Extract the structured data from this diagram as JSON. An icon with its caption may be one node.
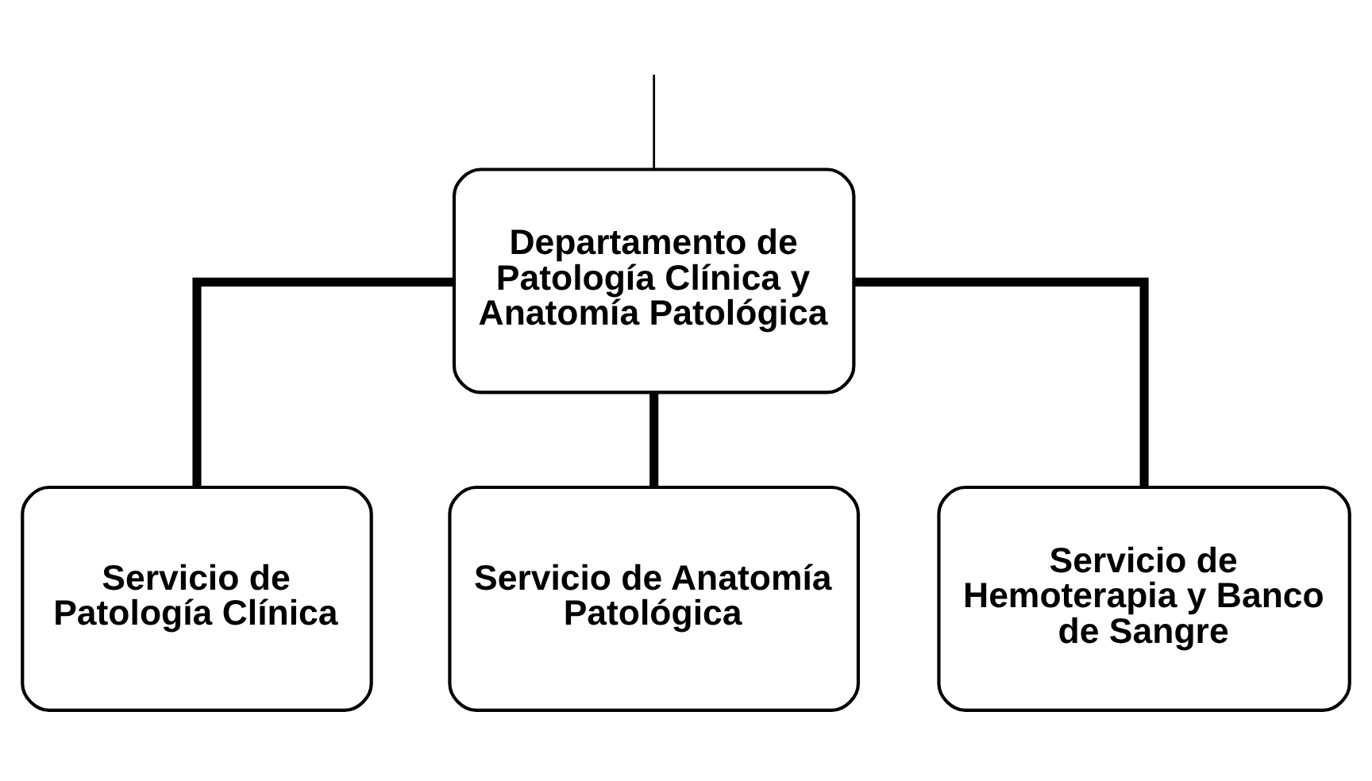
{
  "diagram": {
    "nodes": [
      {
        "text": [
          "Departamento de Patología Clínica y Anatomía Patológica"
        ]
      },
      {
        "text": [
          "Servicio de Patología Clínica"
        ]
      },
      {
        "text": [
          "Servicio de Anatomía Patológica"
        ]
      },
      {
        "text": [
          "Servicio de Hemoterapia y Banco de Sangre"
        ]
      }
    ],
    "edges": [
      {
        "from": null,
        "to": 0,
        "arrow": "none"
      },
      {
        "from": 0,
        "to": 1,
        "arrow": "none"
      },
      {
        "from": 0,
        "to": 2,
        "arrow": "none"
      },
      {
        "from": 0,
        "to": 3,
        "arrow": "none"
      }
    ]
  }
}
